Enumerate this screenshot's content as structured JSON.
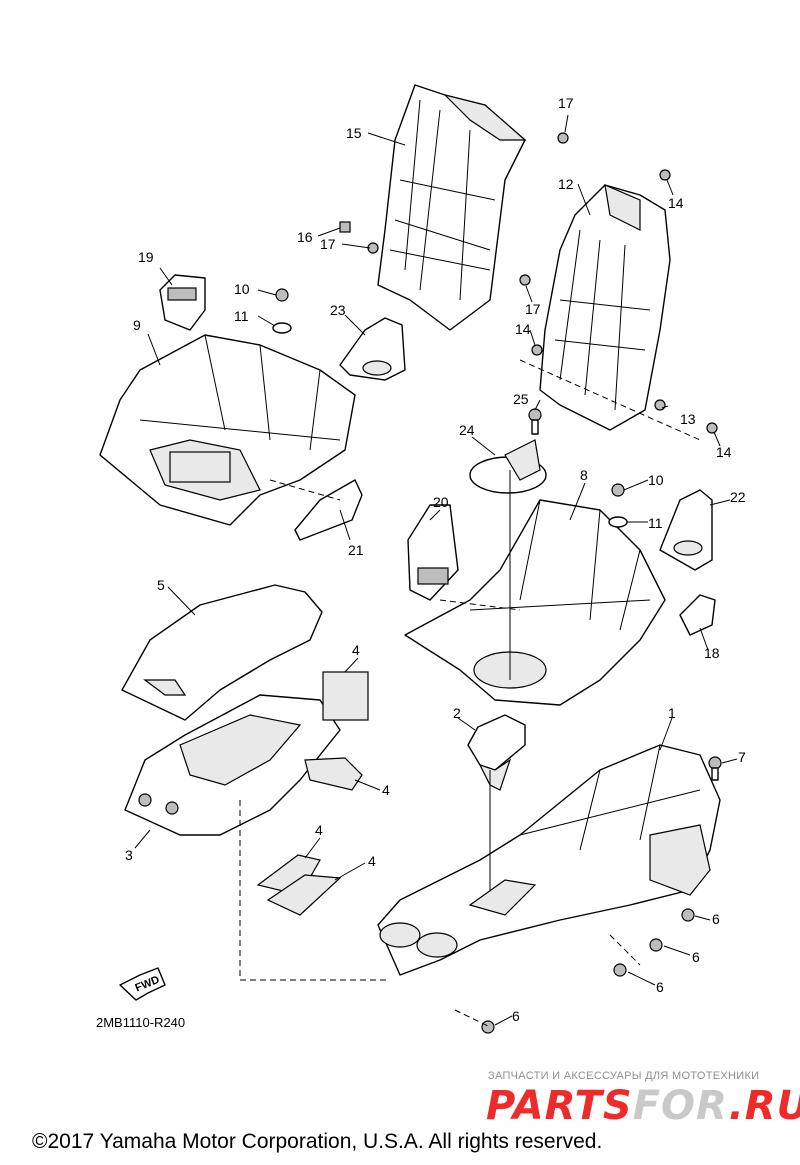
{
  "diagram": {
    "callouts": {
      "c1": "1",
      "c2": "2",
      "c3": "3",
      "c4a": "4",
      "c4b": "4",
      "c4c": "4",
      "c4d": "4",
      "c5": "5",
      "c6a": "6",
      "c6b": "6",
      "c6c": "6",
      "c6d": "6",
      "c7": "7",
      "c8": "8",
      "c9": "9",
      "c10a": "10",
      "c10b": "10",
      "c11a": "11",
      "c11b": "11",
      "c12": "12",
      "c13": "13",
      "c14a": "14",
      "c14b": "14",
      "c14c": "14",
      "c15": "15",
      "c16": "16",
      "c17a": "17",
      "c17b": "17",
      "c17c": "17",
      "c18": "18",
      "c19": "19",
      "c20": "20",
      "c21": "21",
      "c22": "22",
      "c23": "23",
      "c24": "24",
      "c25": "25"
    },
    "fwd_label": "FWD",
    "reference_code": "2MB1110-R240"
  },
  "watermark": {
    "tagline": "ЗАПЧАСТИ И АКСЕССУАРЫ ДЛЯ МОТОТЕХНИКИ",
    "brand_left": "PARTS",
    "brand_mid": "FOR",
    "brand_right": ".RU"
  },
  "footer": {
    "copyright": "©2017 Yamaha Motor Corporation, U.S.A. All rights reserved."
  }
}
